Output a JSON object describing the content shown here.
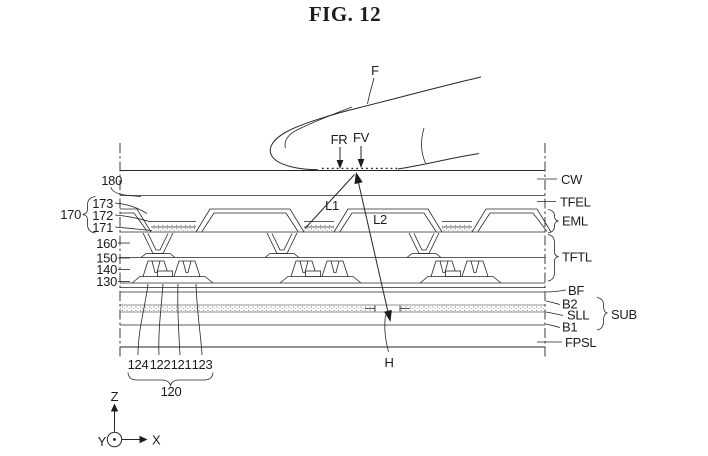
{
  "title": "FIG. 12",
  "labels": {
    "finger": "F",
    "touch_fr": "FR",
    "touch_fv": "FV",
    "light_path_1": "L1",
    "light_path_2": "L2",
    "hole": "H",
    "layer_180": "180",
    "group_170": "170",
    "layer_173": "173",
    "layer_172": "172",
    "layer_171": "171",
    "layer_160": "160",
    "layer_150": "150",
    "layer_140": "140",
    "layer_130": "130",
    "layer_124": "124",
    "layer_122": "122",
    "layer_121": "121",
    "layer_123": "123",
    "group_120": "120",
    "cover_window": "CW",
    "encap_layer": "TFEL",
    "emission_layer": "EML",
    "tft_layer": "TFTL",
    "buffer_layer": "BF",
    "barrier_2": "B2",
    "support_layer": "SLL",
    "barrier_1": "B1",
    "protective_film": "FPSL",
    "substrate_group": "SUB",
    "axis_z": "Z",
    "axis_x": "X",
    "axis_y": "Y"
  },
  "colors": {
    "ink": "#1c1c1c",
    "background": "#ffffff"
  }
}
